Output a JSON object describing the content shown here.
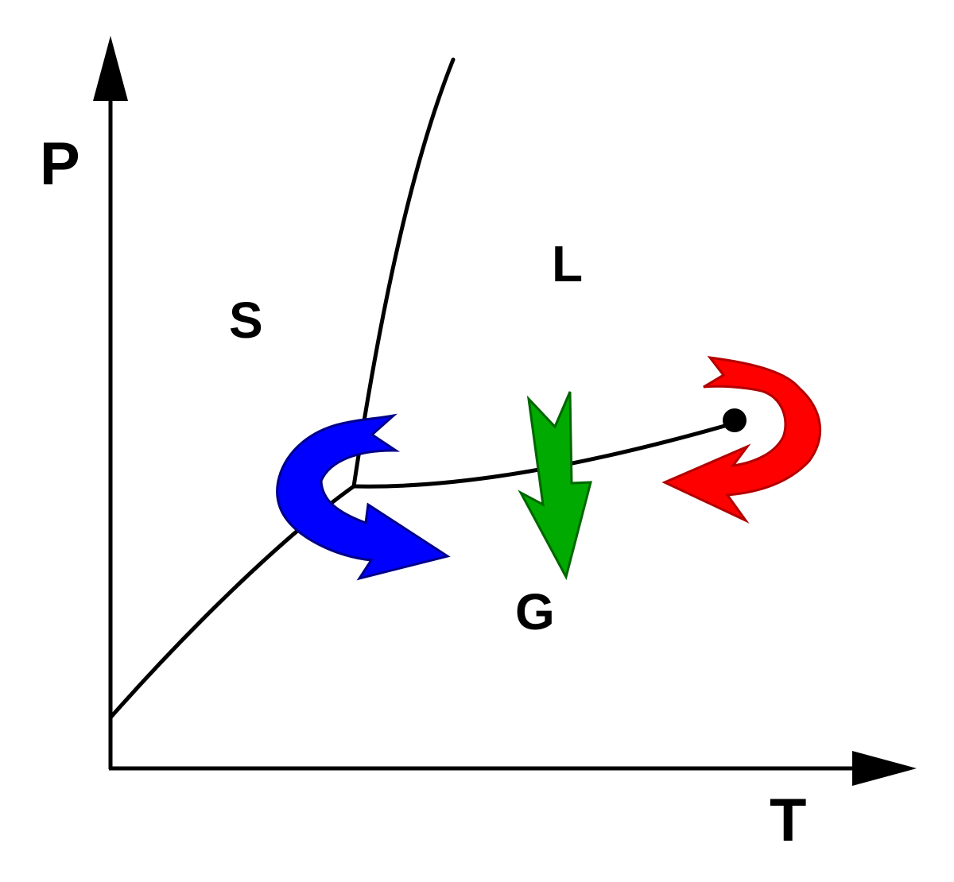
{
  "axes": {
    "y_label": "P",
    "x_label": "T"
  },
  "regions": {
    "solid": "S",
    "liquid": "L",
    "gas": "G"
  },
  "colors": {
    "axis": "#000000",
    "curve": "#000000",
    "sublimation_arrow": "#0000ff",
    "sublimation_arrow_stroke": "#00008a",
    "vaporization_arrow": "#00aa00",
    "vaporization_arrow_stroke": "#006600",
    "supercritical_arrow": "#ff0000",
    "supercritical_arrow_stroke": "#b30000",
    "critical_point": "#000000",
    "background": "#ffffff"
  },
  "icons": {
    "blue_arrow": "curved-arrow-icon",
    "green_arrow": "down-arrow-icon",
    "red_arrow": "curved-arrow-icon"
  }
}
